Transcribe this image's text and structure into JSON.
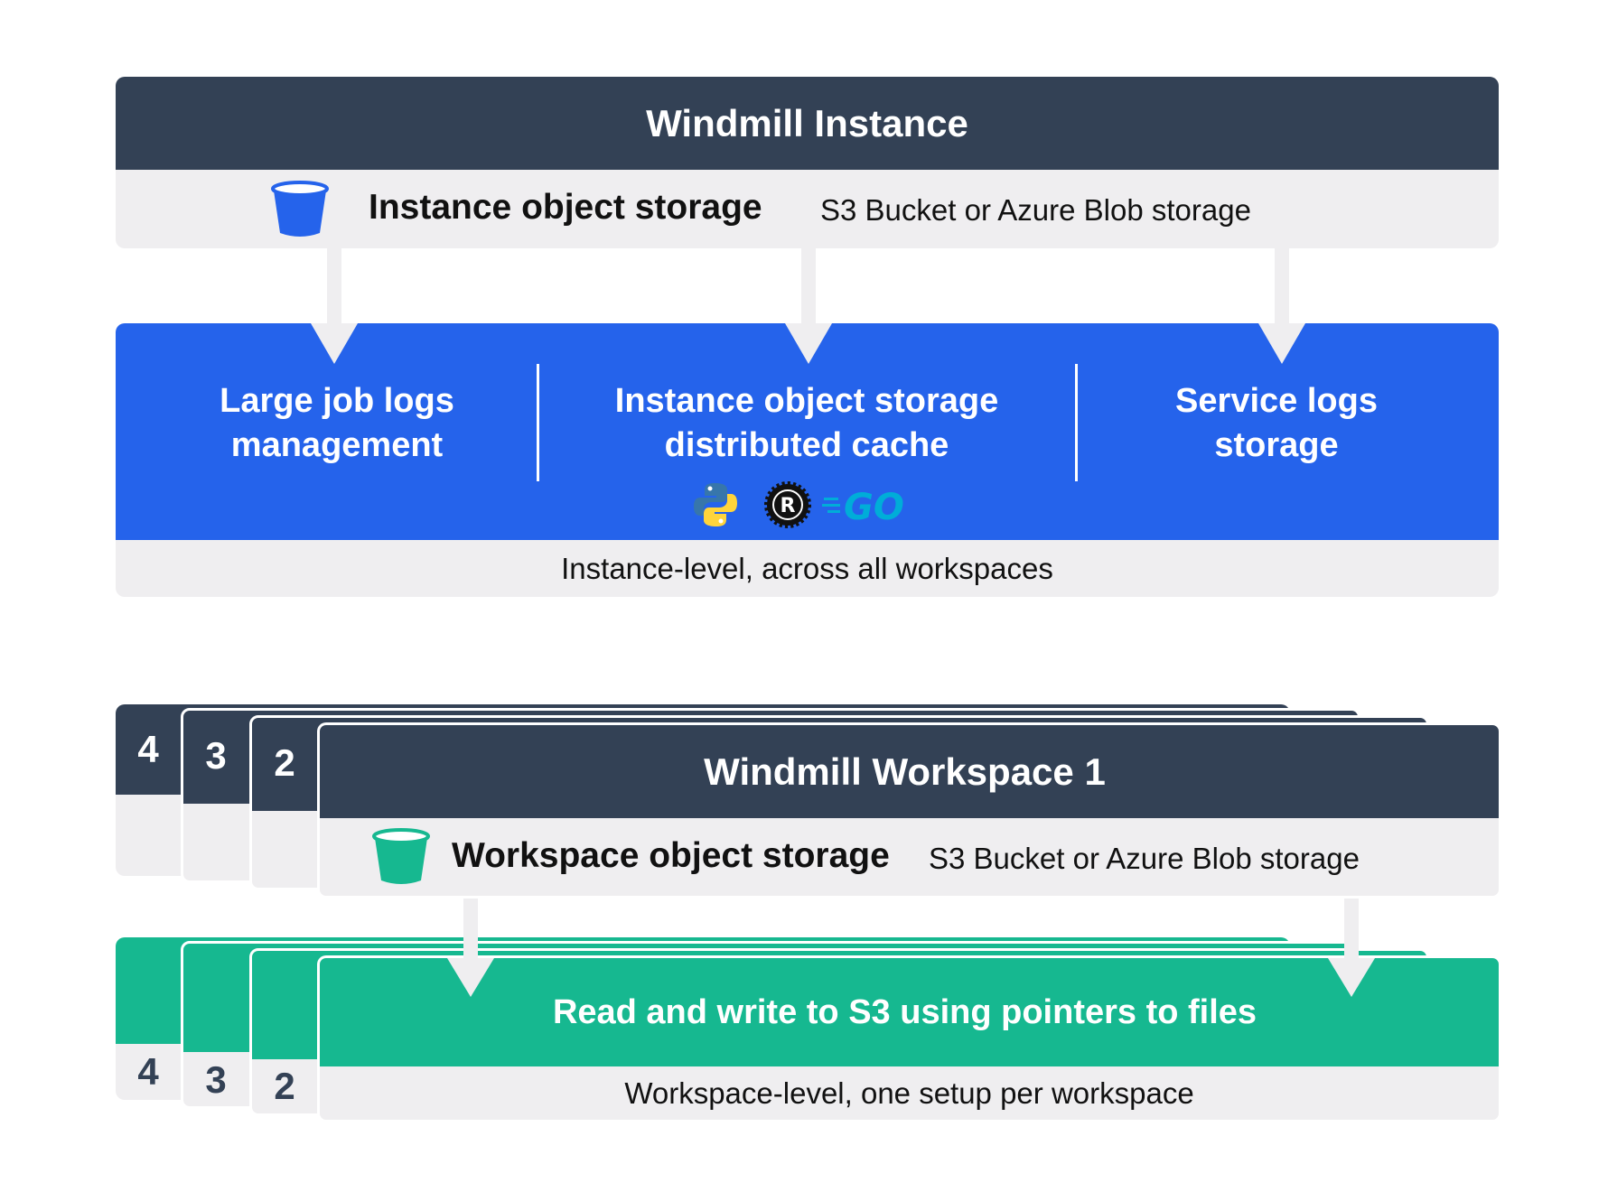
{
  "instance": {
    "title": "Windmill Instance",
    "storage_label": "Instance object storage",
    "storage_sub": "S3 Bucket or Azure Blob storage",
    "features": [
      {
        "line1": "Large job logs",
        "line2": "management"
      },
      {
        "line1": "Instance object storage",
        "line2": "distributed cache"
      },
      {
        "line1": "Service logs",
        "line2": "storage"
      }
    ],
    "languages": [
      "Python",
      "Rust",
      "GO"
    ],
    "footer": "Instance-level, across all workspaces",
    "bucket_color": "#2563eb"
  },
  "workspace": {
    "title": "Windmill Workspace 1",
    "storage_label": "Workspace object storage",
    "storage_sub": "S3 Bucket or Azure Blob storage",
    "stack_numbers": [
      "4",
      "3",
      "2"
    ],
    "feature": "Read and write to S3 using pointers to files",
    "footer": "Workspace-level, one setup per workspace",
    "bucket_color": "#16b890"
  },
  "colors": {
    "header_dark": "#334155",
    "panel_light": "#efeef0",
    "instance_blue": "#2563eb",
    "workspace_green": "#16b890"
  }
}
